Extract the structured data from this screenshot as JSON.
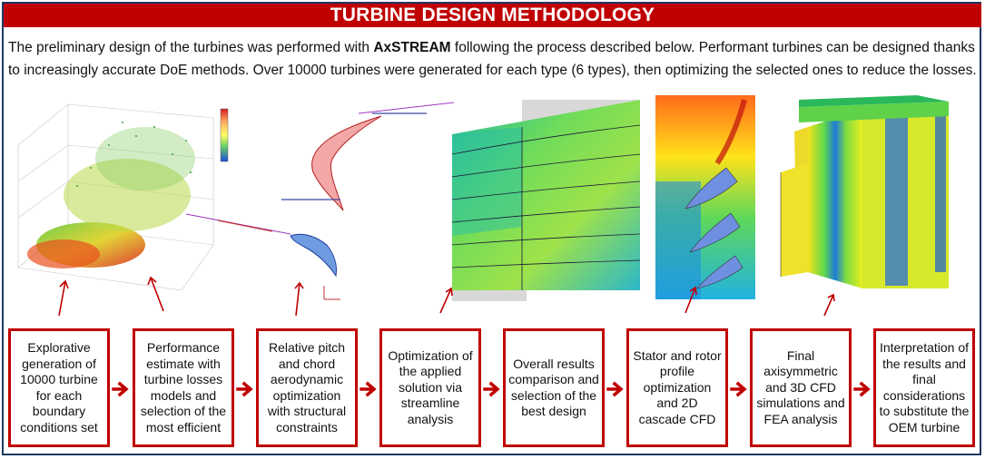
{
  "title": "TURBINE DESIGN METHODOLOGY",
  "intro": {
    "before": "The preliminary design of the turbines was performed with ",
    "software": "AxSTREAM",
    "after": " following the process described below. Performant turbines can be designed thanks to increasingly accurate DoE methods. Over 10000 turbines were generated for each type (6 types), then optimizing the selected ones to reduce the losses."
  },
  "steps": [
    "Explorative generation of 10000 turbine for each boundary conditions set",
    "Performance estimate with turbine losses models and selection of the most efficient",
    "Relative pitch and chord aerodynamic optimization with structural constraints",
    "Optimization of the applied solution via streamline analysis",
    "Overall results comparison and selection of the best design",
    "Stator and rotor profile optimization and 2D cascade CFD",
    "Final axisymmetric and 3D CFD simulations and FEA analysis",
    "Interpretation of the results and final considerations to substitute the OEM turbine"
  ],
  "colors": {
    "accent": "#c00000",
    "border": "#1f3864"
  },
  "icons": [
    "scatter-plot-image",
    "blade-profile-image",
    "streamline-contour-image",
    "cascade-cfd-image",
    "3d-cfd-image"
  ]
}
